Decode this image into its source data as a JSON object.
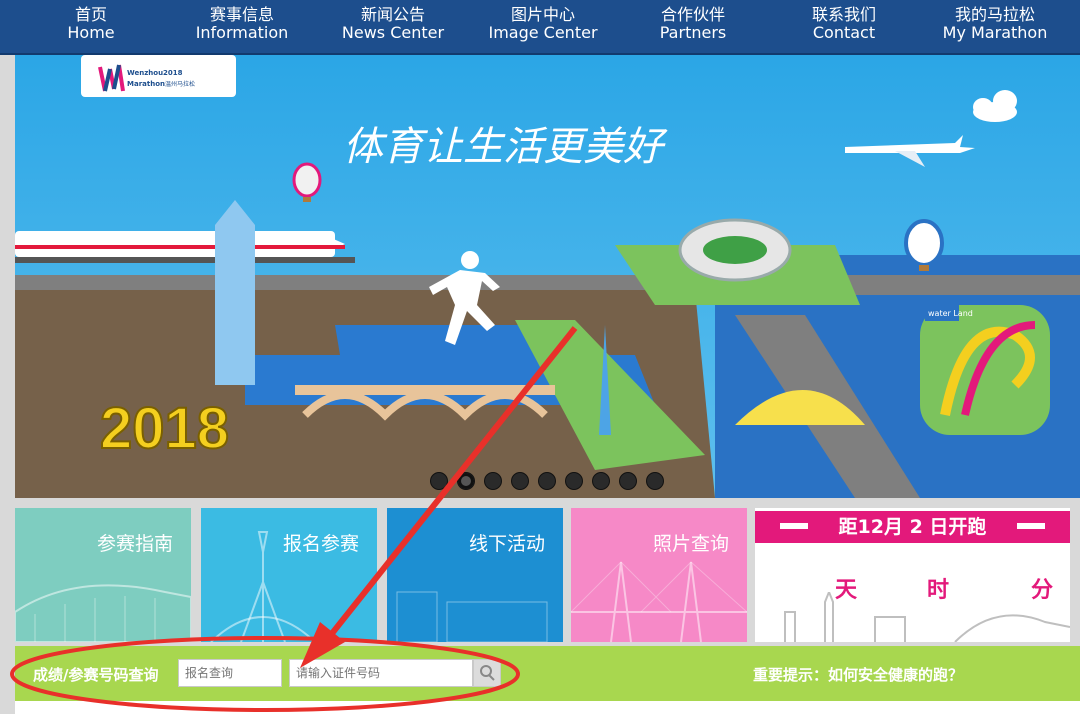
{
  "nav": [
    {
      "cn": "首页",
      "en": "Home"
    },
    {
      "cn": "赛事信息",
      "en": "Information"
    },
    {
      "cn": "新闻公告",
      "en": "News Center"
    },
    {
      "cn": "图片中心",
      "en": "Image Center"
    },
    {
      "cn": "合作伙伴",
      "en": "Partners"
    },
    {
      "cn": "联系我们",
      "en": "Contact"
    },
    {
      "cn": "我的马拉松",
      "en": "My Marathon"
    }
  ],
  "banner": {
    "logo_line1": "Wenzhou",
    "logo_year": "2018",
    "logo_line2": "Marathon",
    "logo_cn": "温州马拉松",
    "slogan": "体育让生活更美好",
    "big_year": "2018",
    "water_land": "water Land"
  },
  "tiles": [
    {
      "label": "参赛指南",
      "color": "#7ecdc0"
    },
    {
      "label": "报名参赛",
      "color": "#3bbbe3"
    },
    {
      "label": "线下活动",
      "color": "#1d8fd2"
    },
    {
      "label": "照片查询",
      "color": "#f689c7"
    }
  ],
  "countdown": {
    "headline": "距12月 2 日开跑",
    "units": [
      "天",
      "时",
      "分"
    ]
  },
  "search": {
    "label": "成绩/参赛号码查询",
    "field1_placeholder": "报名查询",
    "field2_placeholder": "请输入证件号码",
    "tip": "重要提示：如何安全健康的跑？"
  },
  "colors": {
    "nav": "#1d4e8d",
    "accent": "#e3197b",
    "green_bar": "#a8d74f",
    "annotation": "#e8302a"
  },
  "icons": {
    "search": "magnifier-icon"
  }
}
